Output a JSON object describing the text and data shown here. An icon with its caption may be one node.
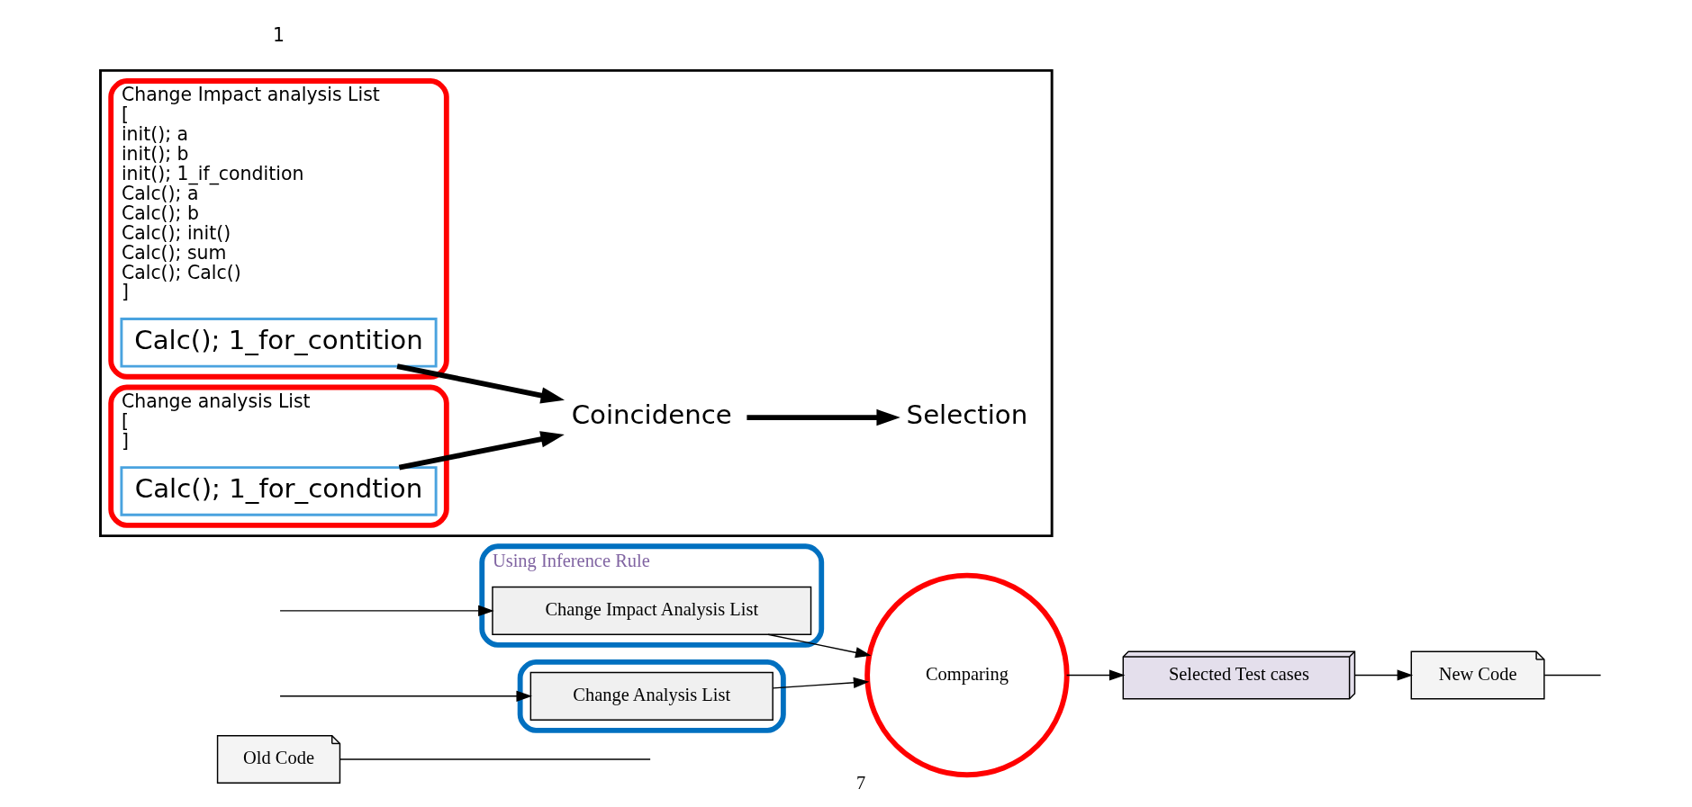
{
  "diagram": {
    "nodes": [
      {
        "text": [
          "Old Code"
        ]
      },
      {
        "text": [
          "New Code"
        ]
      },
      {
        "text": [],
        "shape": "box"
      },
      {
        "text": [
          "Change Impact analysis List",
          "[",
          "init(); a",
          "init(); b",
          "init(); 1_if_condition",
          "Calc(); a",
          "Calc(); b",
          "Calc(); init()",
          "Calc(); sum",
          "Calc(); Calc()",
          "]"
        ],
        "in": 2
      },
      {
        "text": [
          "Calc(); 1_for_contition"
        ],
        "in": 3
      },
      {
        "text": [
          "Change analysis List",
          "[",
          "]"
        ],
        "in": 2
      },
      {
        "text": [
          "Calc(); 1_for_condtion"
        ],
        "in": 5
      },
      {
        "text": [
          "Coincidence"
        ],
        "in": 2
      },
      {
        "text": [
          "Selection"
        ],
        "in": 2
      },
      {
        "text": [
          "Using Inference Rule"
        ]
      },
      {
        "text": [
          "Change Impact Analysis List"
        ],
        "in": 9
      },
      {
        "text": [],
        "shape": "box"
      },
      {
        "text": [
          "Change Analysis List"
        ],
        "in": 11
      },
      {
        "text": [
          "Comparing"
        ],
        "beside": [
          "7"
        ]
      },
      {
        "text": [
          "Selected Test cases"
        ]
      }
    ],
    "edges": [
      {
        "from": 0,
        "to": null,
        "arrow": "none"
      },
      {
        "from": 1,
        "to": null,
        "arrow": "none"
      },
      {
        "from": 4,
        "to": 7,
        "arrow": "to",
        "style": "thick"
      },
      {
        "from": 6,
        "to": 7,
        "arrow": "to",
        "style": "thick"
      },
      {
        "from": 7,
        "to": 8,
        "arrow": "to",
        "style": "thick"
      },
      {
        "from": null,
        "to": 10,
        "arrow": "to"
      },
      {
        "from": null,
        "to": 12,
        "arrow": "to"
      },
      {
        "from": 10,
        "to": 13,
        "arrow": "to"
      },
      {
        "from": 12,
        "to": 13,
        "arrow": "to"
      },
      {
        "from": 13,
        "to": 14,
        "arrow": "to"
      },
      {
        "from": 14,
        "to": 1,
        "arrow": "to"
      }
    ],
    "labels": [
      "1"
    ]
  }
}
